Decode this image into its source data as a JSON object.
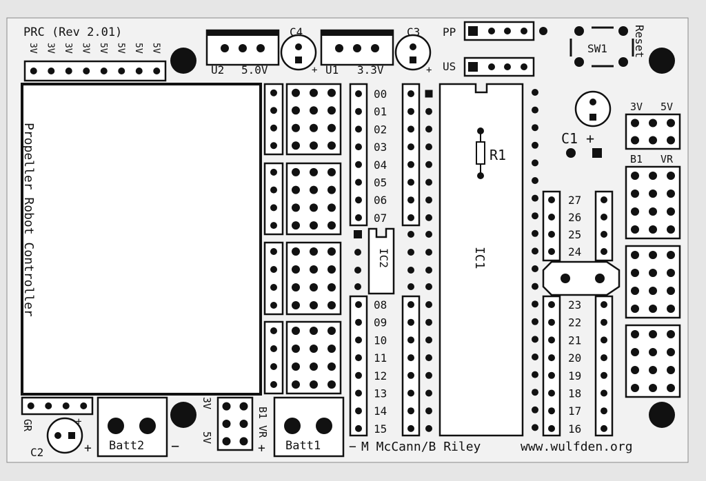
{
  "colors": {
    "background": "#e6e6e6",
    "board": "#f2f2f2",
    "ink": "#111111",
    "white": "#ffffff"
  },
  "board": {
    "title": "PRC (Rev 2.01)",
    "controller_label": "Propeller Robot Controller",
    "credits": "M McCann/B Riley",
    "website": "www.wulfden.org"
  },
  "power_header_labels": [
    "3V",
    "3V",
    "3V",
    "3V",
    "5V",
    "5V",
    "5V",
    "5V"
  ],
  "regulators": [
    {
      "ref": "U2",
      "voltage": "5.0V",
      "cap": "C4"
    },
    {
      "ref": "U1",
      "voltage": "3.3V",
      "cap": "C3"
    }
  ],
  "headers": {
    "pp": "PP",
    "us": "US"
  },
  "switch": {
    "ref": "SW1",
    "label": "Reset"
  },
  "c1": {
    "ref": "C1",
    "polarity": "+"
  },
  "jumper_labels": {
    "left": "3V",
    "right": "5V",
    "b1": "B1",
    "vr": "VR"
  },
  "resistor": "R1",
  "ic1": "IC1",
  "ic2": "IC2",
  "pins_top": [
    "00",
    "01",
    "02",
    "03",
    "04",
    "05",
    "06",
    "07"
  ],
  "pins_bottom": [
    "08",
    "09",
    "10",
    "11",
    "12",
    "13",
    "14",
    "15"
  ],
  "pins_right_top": [
    "27",
    "26",
    "25",
    "24"
  ],
  "pins_right_bottom": [
    "23",
    "22",
    "21",
    "20",
    "19",
    "18",
    "17",
    "16"
  ],
  "bottom": {
    "gr": "GR",
    "c2": "C2",
    "batt2": "Batt2",
    "batt1": "Batt1",
    "plus": "+",
    "minus": "−",
    "dash": "−",
    "sel_3v": "3V",
    "sel_5v": "5V",
    "sel_b1vr": "B1 VR"
  }
}
